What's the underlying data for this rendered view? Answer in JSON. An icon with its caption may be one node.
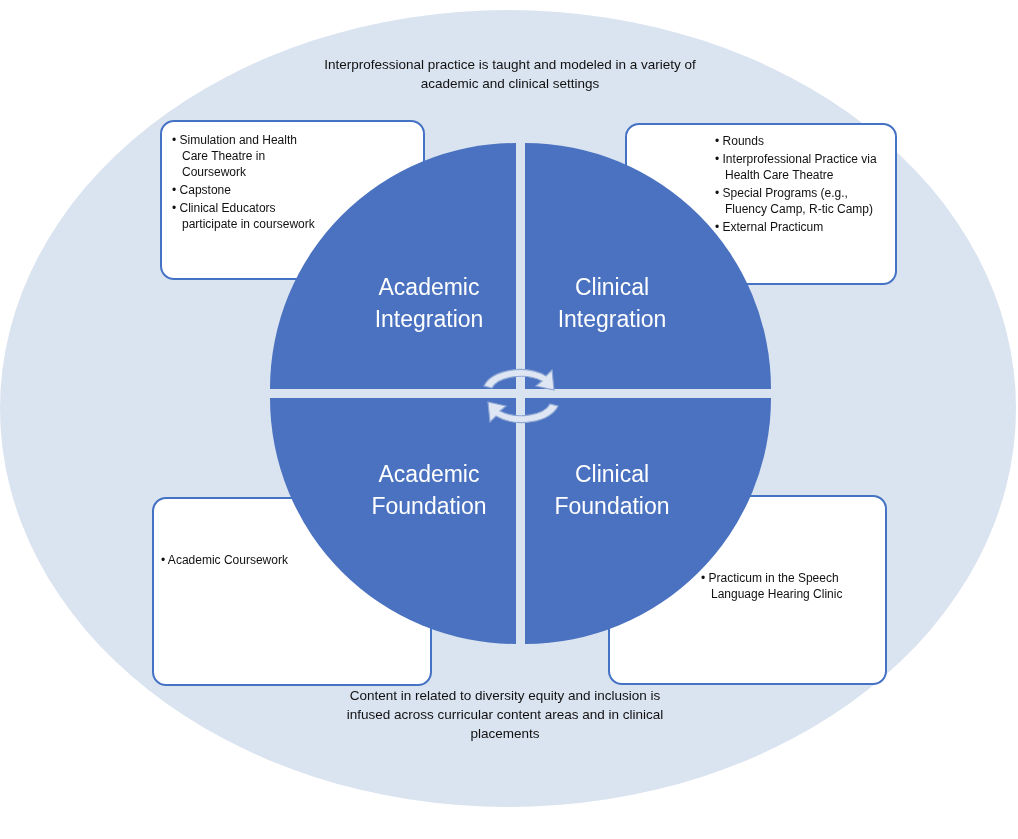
{
  "diagram": {
    "nodes": [
      {
        "text": [
          "Interprofessional practice is taught and modeled in a variety of academic and clinical settings",
          "Content in related to diversity equity and inclusion is  infused across curricular content areas and in clinical placements"
        ]
      },
      {
        "text": [
          "• Simulation and Health Care Theatre in Coursework",
          "• Capstone",
          "• Clinical Educators participate in coursework"
        ],
        "in": 0
      },
      {
        "text": [
          "• Rounds",
          "• Interprofessional Practice via Health Care Theatre",
          "• Special Programs (e.g., Fluency Camp, R-tic Camp)",
          "• External Practicum"
        ],
        "in": 0
      },
      {
        "text": [
          "Academic Integration"
        ],
        "in": 0
      },
      {
        "text": [
          "Clinical Integration"
        ],
        "in": 0
      },
      {
        "text": [
          "Academic Foundation"
        ],
        "in": 0
      },
      {
        "text": [
          "Clinical Foundation"
        ],
        "in": 0
      },
      {
        "text": [
          "• Academic Coursework"
        ],
        "in": 0
      },
      {
        "text": [
          "• Practicum in the Speech Language Hearing Clinic"
        ],
        "in": 0
      }
    ],
    "edges": []
  }
}
